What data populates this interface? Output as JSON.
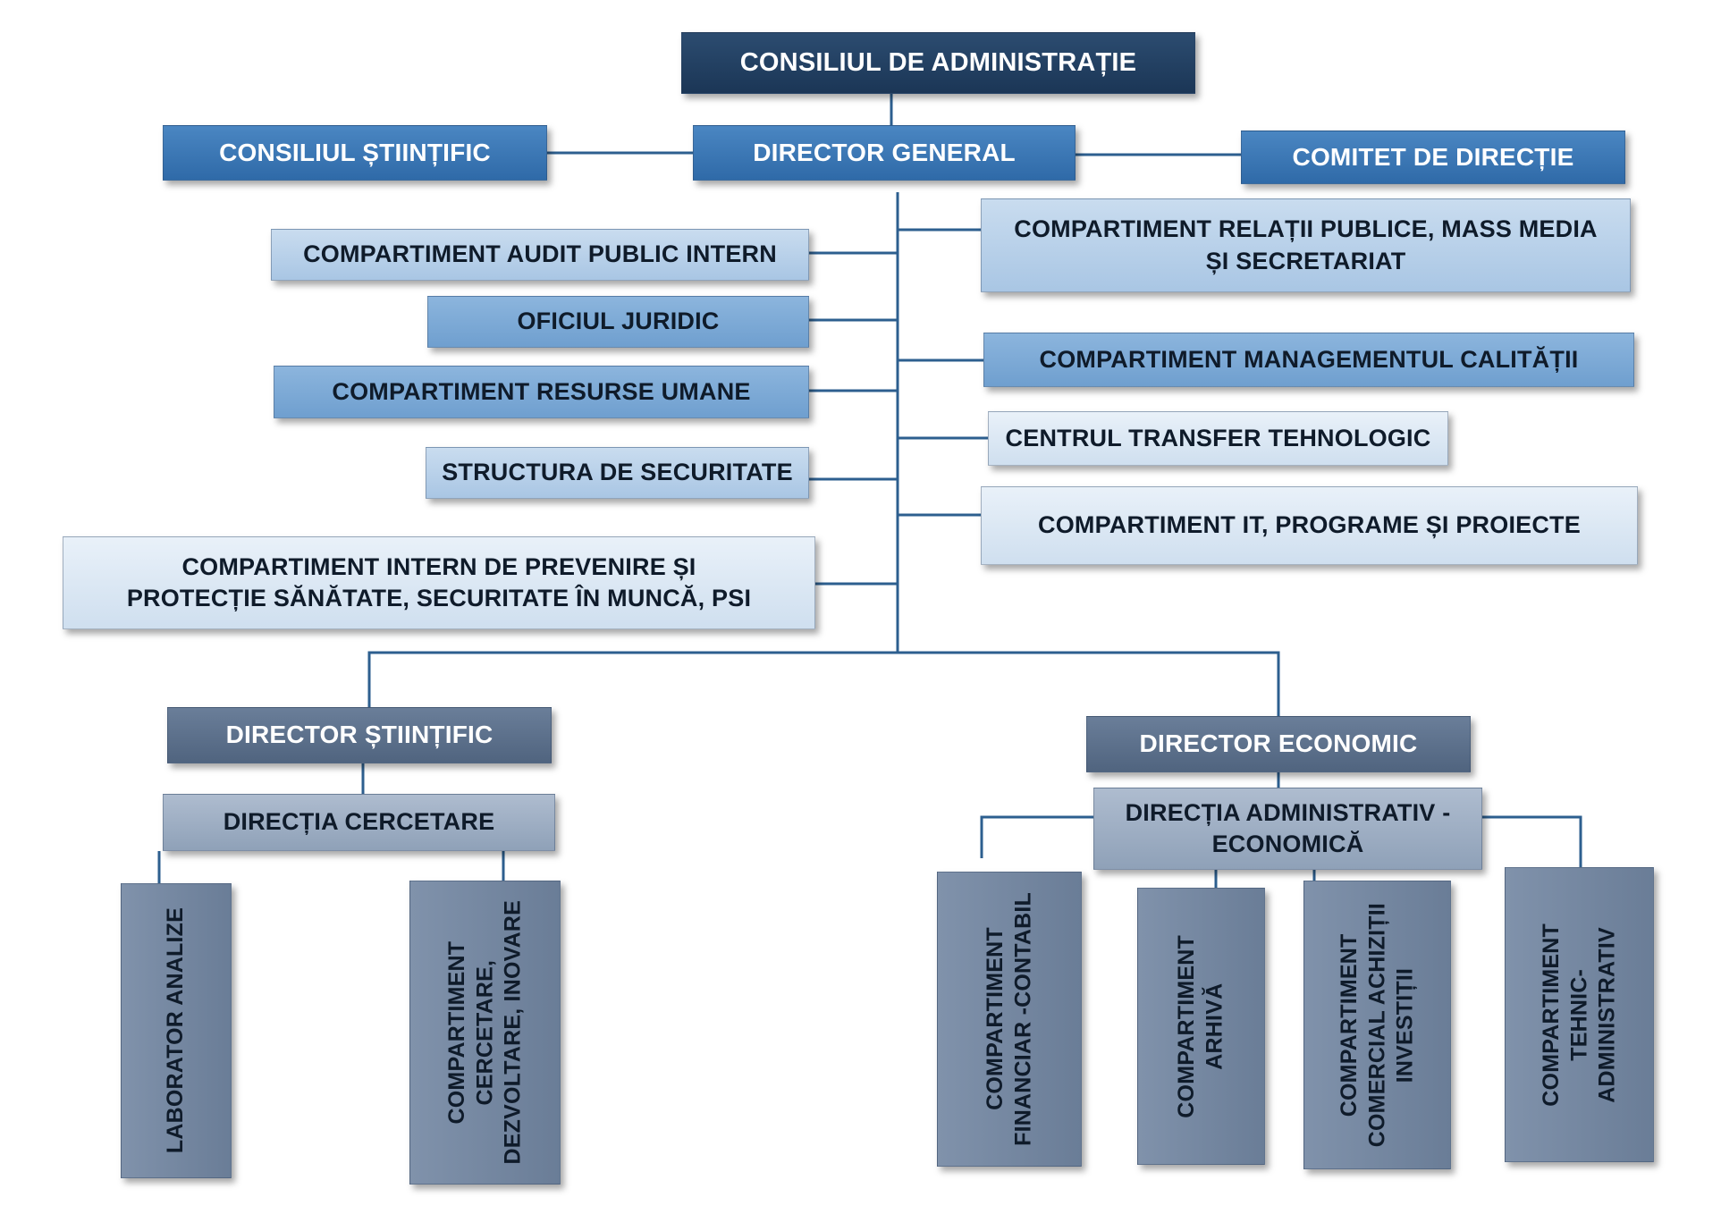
{
  "boxes": {
    "consiliul_administratie": "CONSILIUL DE ADMINISTRAȚIE",
    "consiliul_stiintific": "CONSILIUL ȘTIINȚIFIC",
    "director_general": "DIRECTOR GENERAL",
    "comitet_directie": "COMITET DE DIRECȚIE",
    "audit_public_intern": "COMPARTIMENT AUDIT PUBLIC INTERN",
    "oficiul_juridic": "OFICIUL JURIDIC",
    "resurse_umane": "COMPARTIMENT RESURSE UMANE",
    "structura_securitate": "STRUCTURA DE SECURITATE",
    "prevenire_protectie": "COMPARTIMENT INTERN DE PREVENIRE ȘI PROTECȚIE SĂNĂTATE, SECURITATE ÎN MUNCĂ, PSI",
    "relatii_publice": "COMPARTIMENT RELAȚII PUBLICE, MASS MEDIA ȘI SECRETARIAT",
    "managementul_calitatii": "COMPARTIMENT MANAGEMENTUL CALITĂȚII",
    "transfer_tehnologic": "CENTRUL TRANSFER TEHNOLOGIC",
    "it_programe": "COMPARTIMENT IT, PROGRAME ȘI PROIECTE",
    "director_stiintific": "DIRECTOR ȘTIINȚIFIC",
    "directia_cercetare": "DIRECȚIA CERCETARE",
    "laborator_analize": "LABORATOR ANALIZE",
    "cercetare_dezvoltare": "COMPARTIMENT\nCERCETARE,\nDEZVOLTARE, INOVARE",
    "director_economic": "DIRECTOR ECONOMIC",
    "directia_admin_economica": "DIRECȚIA ADMINISTRATIV - ECONOMICĂ",
    "financiar_contabil": "COMPARTIMENT\nFINANCIAR -CONTABIL",
    "arhiva": "COMPARTIMENT\nARHIVĂ",
    "comercial_achizitii": "COMPARTIMENT\nCOMERCIAL ACHIZIȚII\nINVESTIȚII",
    "tehnic_administrativ": "COMPARTIMENT\nTEHNIC-\nADMINISTRATIV"
  }
}
